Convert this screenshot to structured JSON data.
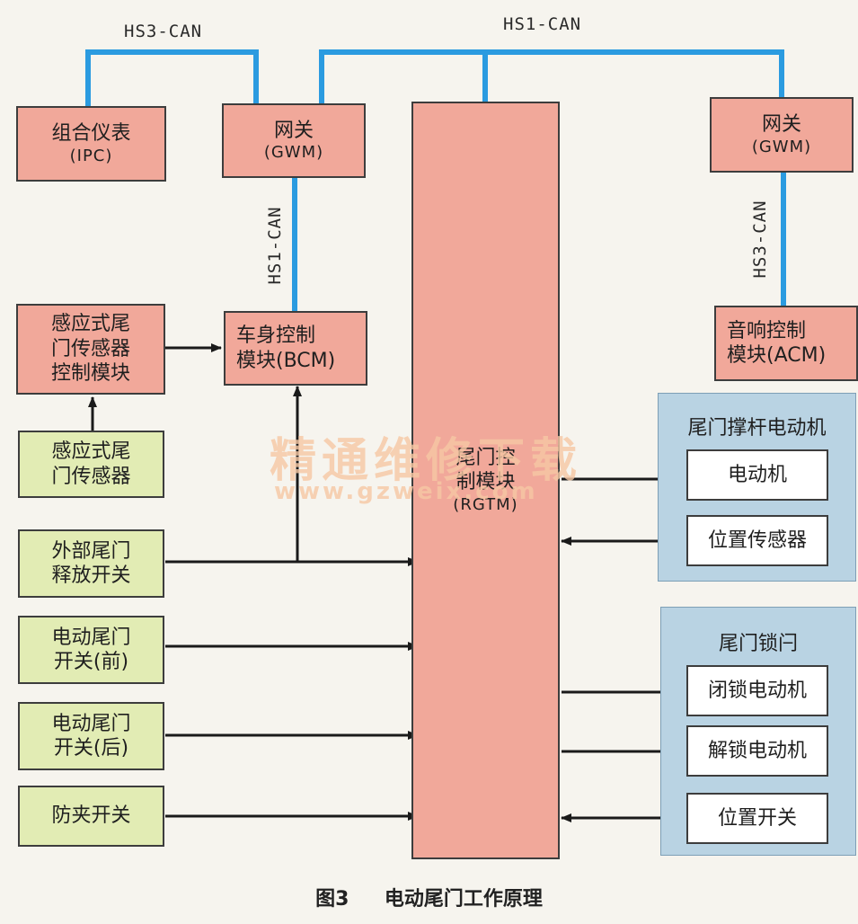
{
  "bus_labels": {
    "hs3_top": "HS3-CAN",
    "hs1_top": "HS1-CAN",
    "hs1_vertical": "HS1-CAN",
    "hs3_vertical": "HS3-CAN"
  },
  "modules": {
    "ipc": {
      "name": "组合仪表",
      "code": "(IPC)"
    },
    "gwm_left": {
      "name": "网关",
      "code": "(GWM)"
    },
    "gwm_right": {
      "name": "网关",
      "code": "(GWM)"
    },
    "bcm": {
      "line1": "车身控制",
      "line2": "模块(BCM)"
    },
    "acm": {
      "line1": "音响控制",
      "line2": "模块(ACM)"
    },
    "sensor_module": {
      "line1": "感应式尾",
      "line2": "门传感器",
      "line3": "控制模块"
    },
    "rgtm": {
      "line1": "尾门控",
      "line2": "制模块",
      "line3": "(RGTM)"
    }
  },
  "inputs": {
    "proximity_sensor": {
      "line1": "感应式尾",
      "line2": "门传感器"
    },
    "exterior_release": {
      "line1": "外部尾门",
      "line2": "释放开关"
    },
    "switch_front": {
      "line1": "电动尾门",
      "line2": "开关(前)"
    },
    "switch_rear": {
      "line1": "电动尾门",
      "line2": "开关(后)"
    },
    "pinch_switch": {
      "label": "防夹开关"
    }
  },
  "strut_panel": {
    "title": "尾门撑杆电动机",
    "motor": "电动机",
    "position_sensor": "位置传感器"
  },
  "latch_panel": {
    "title": "尾门锁闩",
    "lock_motor": "闭锁电动机",
    "unlock_motor": "解锁电动机",
    "position_switch": "位置开关"
  },
  "watermark": {
    "text": "精通维修下载",
    "url": "www.gzweix.com"
  },
  "caption": {
    "figure": "图3",
    "title": "电动尾门工作原理"
  },
  "colors": {
    "can_bus": "#2b9be0",
    "module": "#f1a89a",
    "input": "#e2ecb4",
    "panel": "#b9d3e3",
    "arrow": "#1a1a1a"
  }
}
